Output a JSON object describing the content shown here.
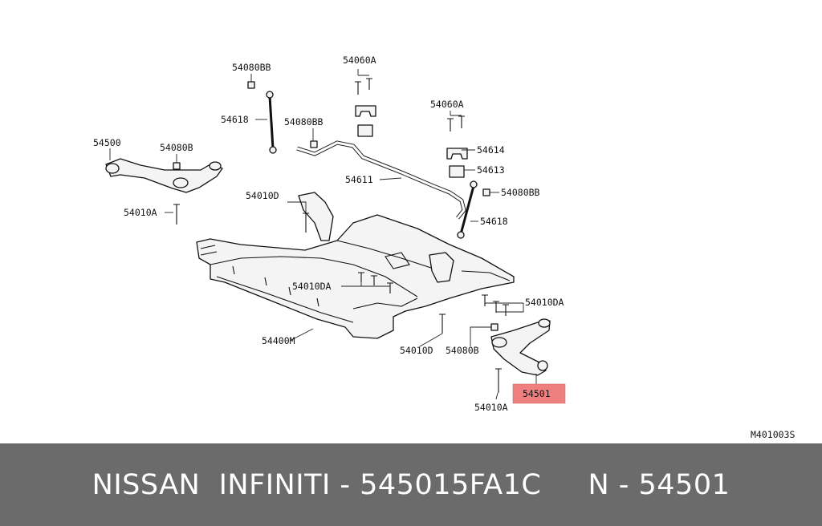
{
  "diagram": {
    "labels": {
      "l54080BB_a": "54080BB",
      "l54060A_a": "54060A",
      "l54618_a": "54618",
      "l54080BB_b": "54080BB",
      "l54060A_b": "54060A",
      "l54500": "54500",
      "l54080B_a": "54080B",
      "l54614": "54614",
      "l54613": "54613",
      "l54611": "54611",
      "l54080BB_c": "54080BB",
      "l54010D_a": "54010D",
      "l54010A_a": "54010A",
      "l54618_b": "54618",
      "l54010DA_a": "54010DA",
      "l54010DA_b": "54010DA",
      "l54400M": "54400M",
      "l54010D_b": "54010D",
      "l54080B_b": "54080B",
      "l54501": "54501",
      "l54010A_b": "54010A",
      "code": "M401003S"
    },
    "highlight_color": "#f08080"
  },
  "footer": {
    "text": "NISSAN  INFINITI - 545015FA1C     N - 54501",
    "background": "#6b6b6b"
  }
}
